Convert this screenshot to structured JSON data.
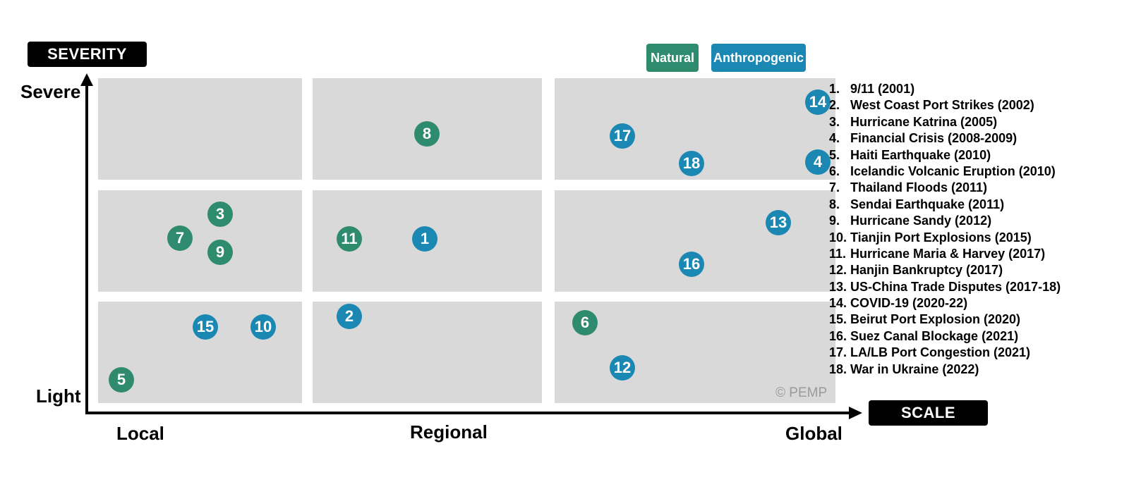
{
  "y_axis": {
    "title": "SEVERITY",
    "top_label": "Severe",
    "bottom_label": "Light"
  },
  "x_axis": {
    "title": "SCALE",
    "left_label": "Local",
    "mid_label": "Regional",
    "right_label": "Global"
  },
  "legend": [
    {
      "label": "Natural",
      "color": "#2e8b6e"
    },
    {
      "label": "Anthropogenic",
      "color": "#1b87b3"
    }
  ],
  "colors": {
    "natural": "#2e8b6e",
    "anthropogenic": "#1b87b3",
    "cell": "#d9d9d9"
  },
  "copyright": "© PEMP",
  "events": [
    {
      "num": "1.",
      "label": "9/11 (2001)"
    },
    {
      "num": "2.",
      "label": "West Coast Port Strikes (2002)"
    },
    {
      "num": "3.",
      "label": "Hurricane Katrina (2005)"
    },
    {
      "num": "4.",
      "label": "Financial Crisis (2008-2009)"
    },
    {
      "num": "5.",
      "label": "Haiti Earthquake (2010)"
    },
    {
      "num": "6.",
      "label": "Icelandic Volcanic Eruption (2010)"
    },
    {
      "num": "7.",
      "label": "Thailand Floods (2011)"
    },
    {
      "num": "8.",
      "label": "Sendai Earthquake (2011)"
    },
    {
      "num": "9.",
      "label": "Hurricane Sandy (2012)"
    },
    {
      "num": "10.",
      "label": "Tianjin Port Explosions (2015)"
    },
    {
      "num": "11.",
      "label": "Hurricane Maria & Harvey (2017)"
    },
    {
      "num": "12.",
      "label": "Hanjin Bankruptcy (2017)"
    },
    {
      "num": "13.",
      "label": "US-China Trade Disputes (2017-18)"
    },
    {
      "num": "14.",
      "label": "COVID-19 (2020-22)"
    },
    {
      "num": "15.",
      "label": "Beirut Port Explosion (2020)"
    },
    {
      "num": "16.",
      "label": "Suez Canal Blockage (2021)"
    },
    {
      "num": "17.",
      "label": "LA/LB Port Congestion (2021)"
    },
    {
      "num": "18.",
      "label": "War in Ukraine (2022)"
    }
  ],
  "markers": [
    {
      "id": "1",
      "type": "anthropogenic"
    },
    {
      "id": "2",
      "type": "anthropogenic"
    },
    {
      "id": "3",
      "type": "natural"
    },
    {
      "id": "4",
      "type": "anthropogenic"
    },
    {
      "id": "5",
      "type": "natural"
    },
    {
      "id": "6",
      "type": "natural"
    },
    {
      "id": "7",
      "type": "natural"
    },
    {
      "id": "8",
      "type": "natural"
    },
    {
      "id": "9",
      "type": "natural"
    },
    {
      "id": "10",
      "type": "anthropogenic"
    },
    {
      "id": "11",
      "type": "natural"
    },
    {
      "id": "12",
      "type": "anthropogenic"
    },
    {
      "id": "13",
      "type": "anthropogenic"
    },
    {
      "id": "14",
      "type": "anthropogenic"
    },
    {
      "id": "15",
      "type": "anthropogenic"
    },
    {
      "id": "16",
      "type": "anthropogenic"
    },
    {
      "id": "17",
      "type": "anthropogenic"
    },
    {
      "id": "18",
      "type": "anthropogenic"
    }
  ]
}
